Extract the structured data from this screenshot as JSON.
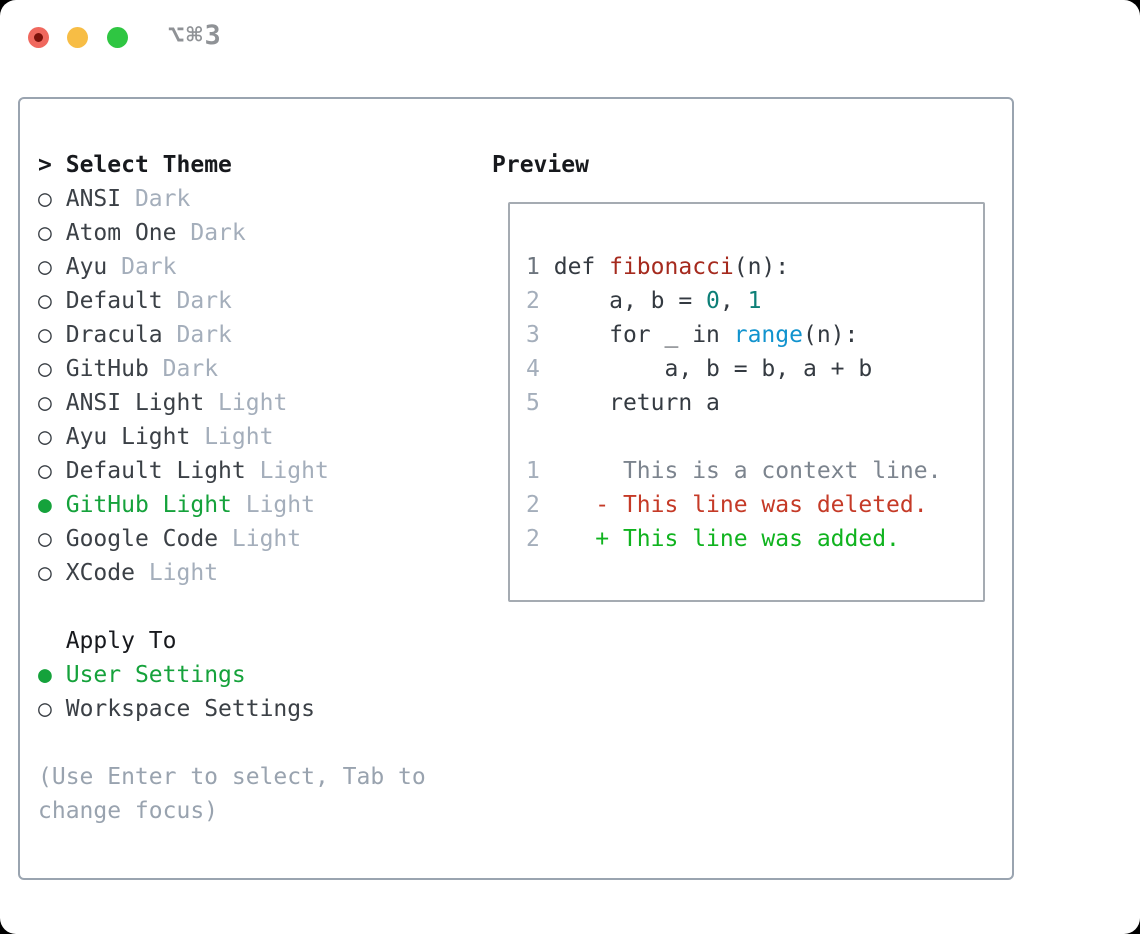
{
  "window": {
    "titlebar": {
      "shortcut_label": "⌥⌘3",
      "traffic_lights": [
        "close",
        "minimize",
        "zoom"
      ]
    }
  },
  "icons": {
    "focus_marker": ">",
    "radio_unselected": "○",
    "radio_selected": "●"
  },
  "colors": {
    "selected_green": "#15a23b",
    "added_green": "#10b31f",
    "deleted_red": "#c53a27",
    "function_red": "#a52a1e",
    "number_teal": "#0d7f77",
    "call_blue": "#1193ce",
    "muted_gray": "#a4aebb",
    "hint_gray": "#99a3af",
    "panel_border": "#9aa4b0"
  },
  "theme_panel": {
    "header_label": "Select Theme",
    "themes": [
      {
        "name": "ANSI",
        "variant": "Dark",
        "selected": false
      },
      {
        "name": "Atom One",
        "variant": "Dark",
        "selected": false
      },
      {
        "name": "Ayu",
        "variant": "Dark",
        "selected": false
      },
      {
        "name": "Default",
        "variant": "Dark",
        "selected": false
      },
      {
        "name": "Dracula",
        "variant": "Dark",
        "selected": false
      },
      {
        "name": "GitHub",
        "variant": "Dark",
        "selected": false
      },
      {
        "name": "ANSI Light",
        "variant": "Light",
        "selected": false
      },
      {
        "name": "Ayu Light",
        "variant": "Light",
        "selected": false
      },
      {
        "name": "Default Light",
        "variant": "Light",
        "selected": false
      },
      {
        "name": "GitHub Light",
        "variant": "Light",
        "selected": true
      },
      {
        "name": "Google Code",
        "variant": "Light",
        "selected": false
      },
      {
        "name": "XCode",
        "variant": "Light",
        "selected": false
      }
    ],
    "apply_to": {
      "label": "Apply To",
      "options": [
        {
          "name": "User Settings",
          "selected": true
        },
        {
          "name": "Workspace Settings",
          "selected": false
        }
      ]
    },
    "hint": {
      "line1": "(Use Enter to select, Tab to",
      "line2": "change focus)"
    }
  },
  "preview": {
    "header_label": "Preview",
    "lines": [
      {
        "ln": "1",
        "lnc": "dark",
        "tokens": [
          {
            "t": "def ",
            "c": "code"
          },
          {
            "t": "fibonacci",
            "c": "fn"
          },
          {
            "t": "(n):",
            "c": "code"
          }
        ]
      },
      {
        "ln": "2",
        "lnc": "light",
        "tokens": [
          {
            "t": "    a, b = ",
            "c": "code"
          },
          {
            "t": "0",
            "c": "num"
          },
          {
            "t": ", ",
            "c": "code"
          },
          {
            "t": "1",
            "c": "num"
          }
        ]
      },
      {
        "ln": "3",
        "lnc": "light",
        "tokens": [
          {
            "t": "    for _ in ",
            "c": "code"
          },
          {
            "t": "range",
            "c": "call"
          },
          {
            "t": "(n):",
            "c": "code"
          }
        ]
      },
      {
        "ln": "4",
        "lnc": "light",
        "tokens": [
          {
            "t": "        a, b = b, a + b",
            "c": "code"
          }
        ]
      },
      {
        "ln": "5",
        "lnc": "light",
        "tokens": [
          {
            "t": "    return a",
            "c": "code"
          }
        ]
      },
      {
        "ln": "",
        "lnc": "light",
        "tokens": []
      },
      {
        "ln": "1",
        "lnc": "light",
        "tokens": [
          {
            "t": "     This is a context line.",
            "c": "ctx"
          }
        ]
      },
      {
        "ln": "2",
        "lnc": "light",
        "tokens": [
          {
            "t": "   - This line was deleted.",
            "c": "del"
          }
        ]
      },
      {
        "ln": "2",
        "lnc": "light",
        "tokens": [
          {
            "t": "   + This line was added.",
            "c": "add"
          }
        ]
      }
    ]
  }
}
